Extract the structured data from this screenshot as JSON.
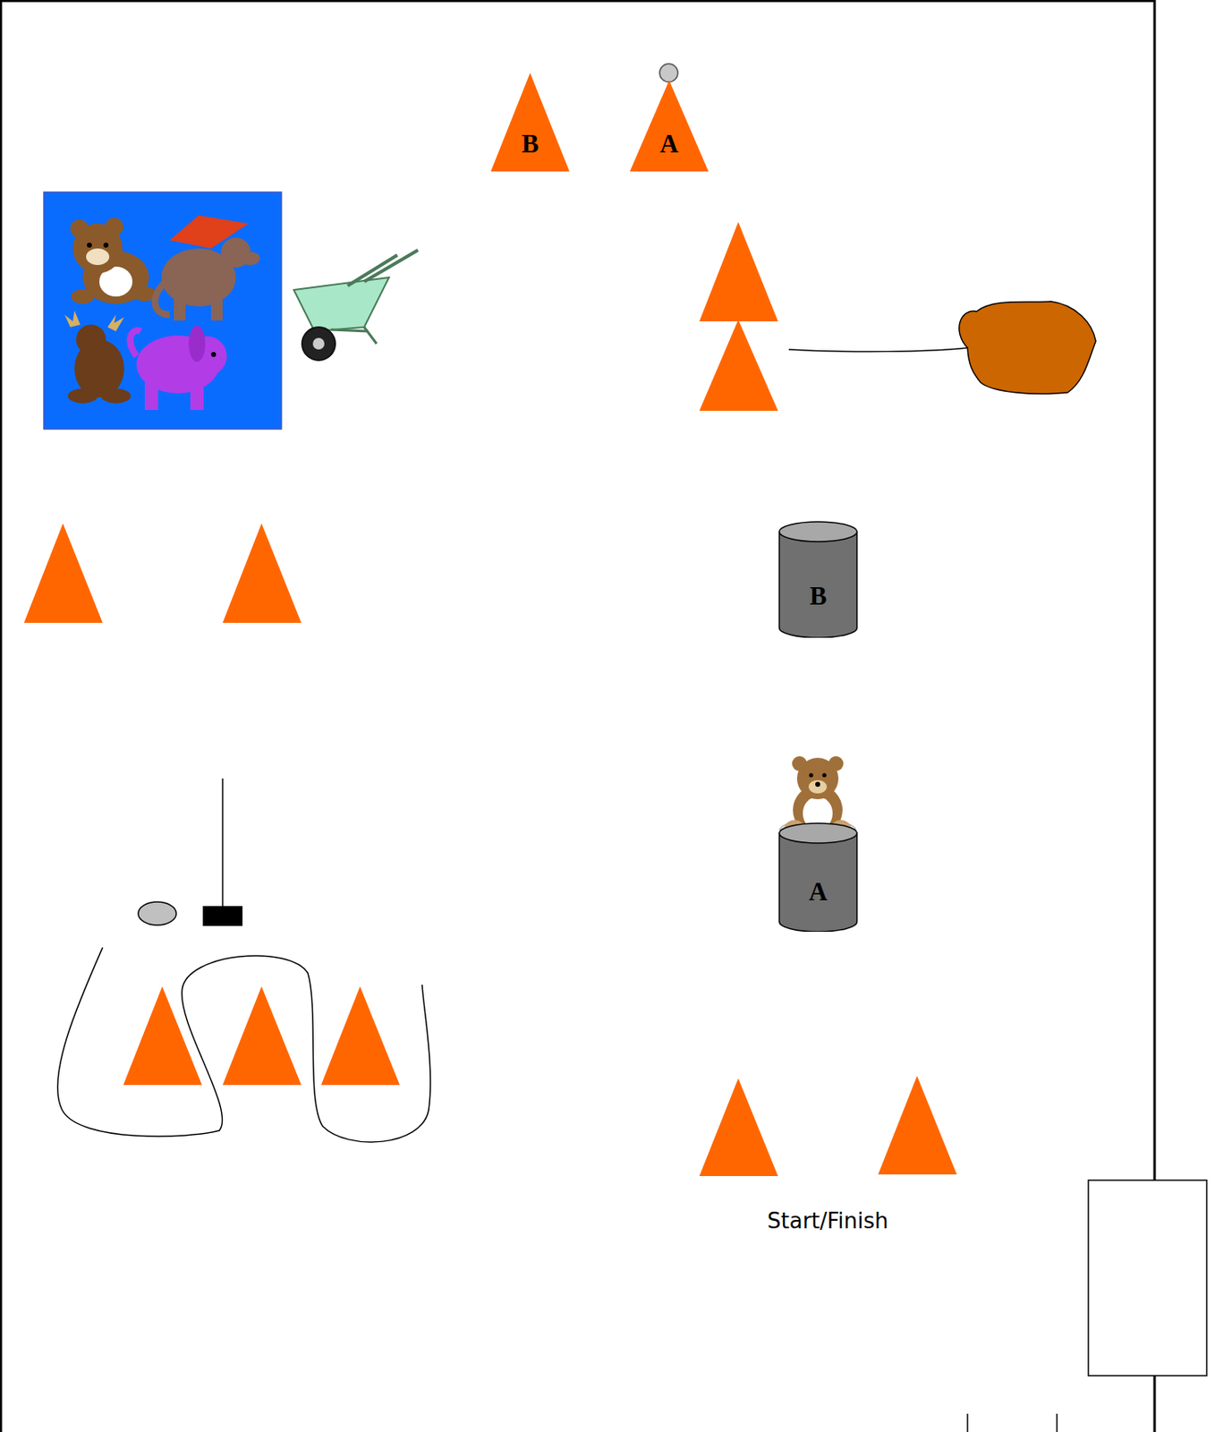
{
  "diagram": {
    "nodes": [
      {
        "text": [
          "B"
        ]
      },
      {
        "text": [
          "A"
        ]
      },
      {
        "text": [
          "B"
        ]
      },
      {
        "text": [
          "A"
        ]
      }
    ],
    "labels": [
      "Start/Finish"
    ]
  }
}
